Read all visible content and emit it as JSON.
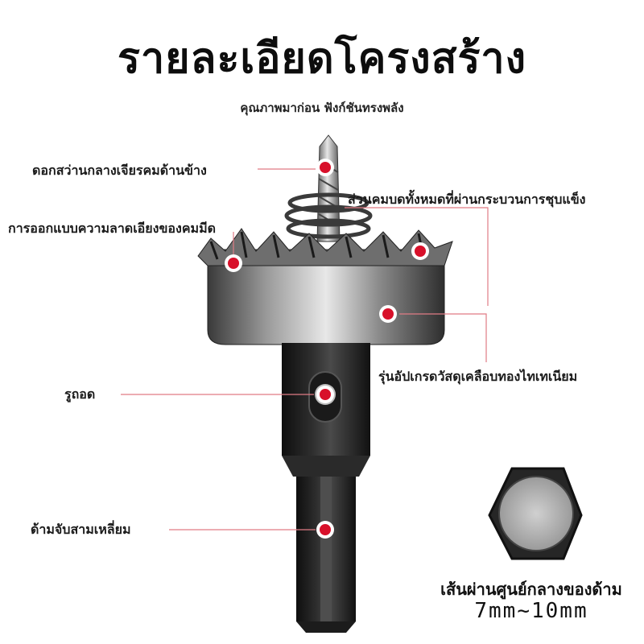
{
  "header": {
    "title": "รายละเอียดโครงสร้าง",
    "subtitle": "คุณภาพมาก่อน ฟังก์ชันทรงพลัง"
  },
  "callouts": {
    "center_drill": "ดอกสว่านกลางเจียรคมด้านข้าง",
    "blade_design": "การออกแบบความลาดเอียงของคมมีด",
    "quench": "ส่วนคมบดทั้งหมดที่ผ่านกระบวนการชุบแข็ง",
    "coating": "รุ่นอัปเกรดวัสดุเคลือบทองไทเทเนียม",
    "plug_hole": "รูถอด",
    "triangle_shank": "ด้ามจับสามเหลี่ยม"
  },
  "shank_info": {
    "description": "เส้นผ่านศูนย์กลางของด้าม",
    "range": "7mm~10mm"
  },
  "colors": {
    "marker_red": "#d8102a",
    "line_red": "#e07b85",
    "steel_dark": "#2b2b2b",
    "steel_light": "#bdbdbd"
  }
}
